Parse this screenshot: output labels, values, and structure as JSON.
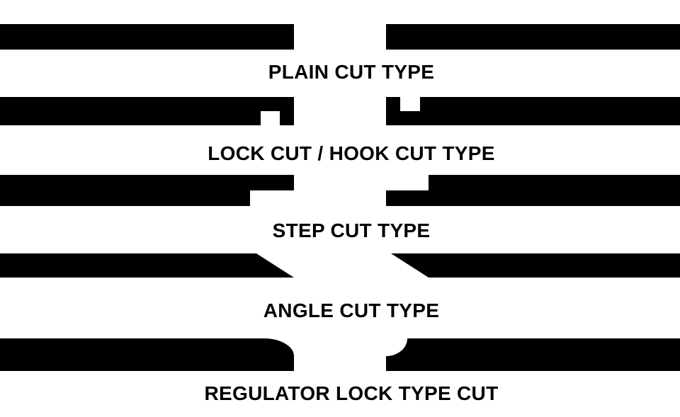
{
  "figure": {
    "colors": {
      "ink": "#000000",
      "background": "#ffffff"
    },
    "sections": [
      {
        "id": "plain-cut",
        "label": "PLAIN CUT TYPE"
      },
      {
        "id": "lock-hook-cut",
        "label": "LOCK CUT / HOOK CUT TYPE"
      },
      {
        "id": "step-cut",
        "label": "STEP CUT TYPE"
      },
      {
        "id": "angle-cut",
        "label": "ANGLE CUT TYPE"
      },
      {
        "id": "regulator-lock-cut",
        "label": "REGULATOR LOCK TYPE CUT"
      }
    ]
  }
}
